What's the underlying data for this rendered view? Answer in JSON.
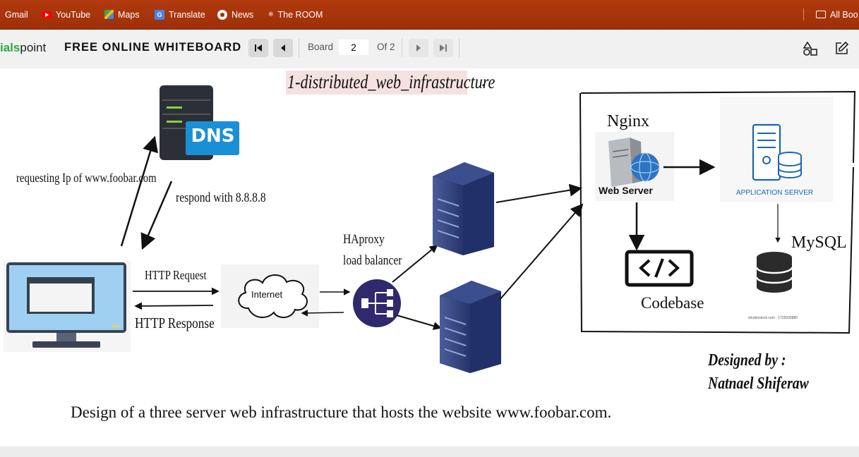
{
  "bookmarks": {
    "items": [
      {
        "label": "Gmail",
        "icon": "gmail-icon"
      },
      {
        "label": "YouTube",
        "icon": "youtube-icon"
      },
      {
        "label": "Maps",
        "icon": "maps-icon"
      },
      {
        "label": "Translate",
        "icon": "translate-icon"
      },
      {
        "label": "News",
        "icon": "news-icon"
      },
      {
        "label": "The ROOM",
        "icon": "the-room-icon"
      }
    ],
    "all_bookmarks": "All Boo"
  },
  "toolbar": {
    "brand_prefix": "ials",
    "brand_suffix": "point",
    "app_title": "FREE ONLINE WHITEBOARD",
    "board_label": "Board",
    "board_value": "2",
    "of_label": "Of 2"
  },
  "diagram": {
    "title": "1-distributed_web_infrastructure",
    "dot": ".",
    "dns_label": "DNS",
    "requesting_label": "requesting Ip of www.foobar.com",
    "respond_label": "respond with 8.8.8.8",
    "http_request": "HTTP Request",
    "http_response": "HTTP Response",
    "internet_label": "Internet",
    "haproxy_line1": "HAproxy",
    "haproxy_line2": "load balancer",
    "nginx_label": "Nginx",
    "web_server_label": "Web Server",
    "application_server_label": "APPLICATION SERVER",
    "mysql_label": "MySQL",
    "codebase_label": "Codebase",
    "shutterstock_label": "shutterstock.com · 1725039880",
    "designed_by": "Designed by :",
    "designer": "Natnael Shiferaw",
    "caption": "Design of  a three server web infrastructure that hosts the website www.foobar.com."
  },
  "colors": {
    "bookmark_bar": "#a8340b",
    "server_navy": "#2c3e73",
    "dns_blue": "#1b8fd6",
    "load_balancer": "#2f2a6b",
    "monitor_blue": "#6fa8d8"
  }
}
